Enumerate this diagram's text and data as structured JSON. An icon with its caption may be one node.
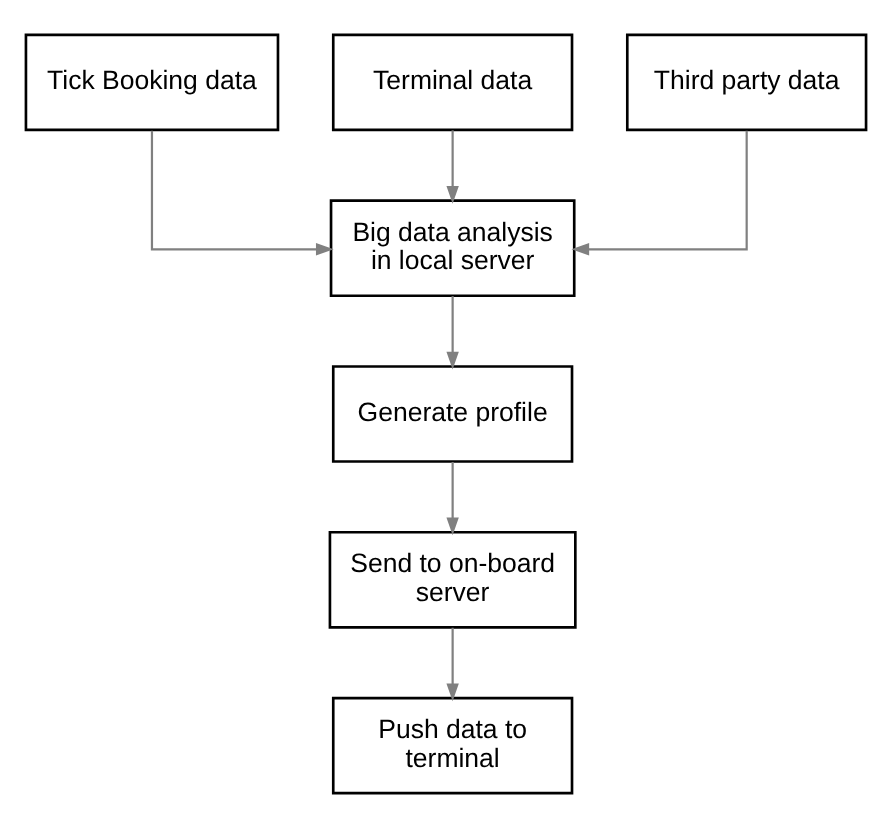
{
  "diagram": {
    "nodes": [
      {
        "text": [
          "Tick Booking data"
        ]
      },
      {
        "text": [
          "Terminal data"
        ]
      },
      {
        "text": [
          "Third party data"
        ]
      },
      {
        "text": [
          "Big data analysis in local server"
        ]
      },
      {
        "text": [
          "Generate profile"
        ]
      },
      {
        "text": [
          "Send to on-board server"
        ]
      },
      {
        "text": [
          "Push data to terminal"
        ]
      }
    ],
    "edges": [
      {
        "from": 0,
        "to": 3,
        "arrow": "to"
      },
      {
        "from": 1,
        "to": 3,
        "arrow": "to"
      },
      {
        "from": 2,
        "to": 3,
        "arrow": "to"
      },
      {
        "from": 3,
        "to": 4,
        "arrow": "to"
      },
      {
        "from": 4,
        "to": 5,
        "arrow": "to"
      },
      {
        "from": 5,
        "to": 6,
        "arrow": "to"
      }
    ]
  }
}
